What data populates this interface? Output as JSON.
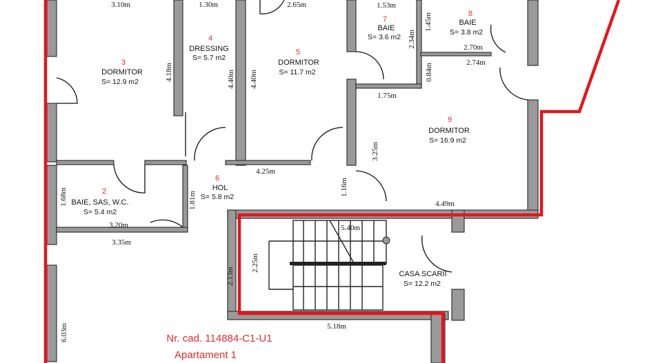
{
  "plan": {
    "cadastral_number": "Nr. cad. 114884-C1-U1",
    "unit_name": "Apartament 1",
    "outline_color": "#e8141b",
    "wall_color": "#9a9a9a",
    "rooms": [
      {
        "number": "2",
        "name": "BAIE, SAS, W.C.",
        "area": "S= 5.4 m2"
      },
      {
        "number": "3",
        "name": "DORMITOR",
        "area": "S= 12.9 m2"
      },
      {
        "number": "4",
        "name": "DRESSING",
        "area": "S= 5.7 m2"
      },
      {
        "number": "5",
        "name": "DORMITOR",
        "area": "S= 11.7 m2"
      },
      {
        "number": "6",
        "name": "HOL",
        "area": "S= 5.8 m2"
      },
      {
        "number": "7",
        "name": "BAIE",
        "area": "S= 3.6 m2"
      },
      {
        "number": "8",
        "name": "BAIE",
        "area": "S= 3.8 m2"
      },
      {
        "number": "9",
        "name": "DORMITOR",
        "area": "S= 16.9 m2"
      },
      {
        "number": "",
        "name": "CASA SCARII",
        "area": "S= 12.2 m2"
      }
    ],
    "dimensions": {
      "d310": "3.10m",
      "d130": "1.30m",
      "d265": "2.65m",
      "d153": "1.53m",
      "d418": "4.18m",
      "d440a": "4.40m",
      "d440b": "4.40m",
      "d145": "1.45m",
      "d234": "2.34m",
      "d270": "2.70m",
      "d274": "2.74m",
      "d084": "0.84m",
      "d175": "1.75m",
      "d325": "3.25m",
      "d425": "4.25m",
      "d116": "1.16m",
      "d449": "4.49m",
      "d168": "1.68m",
      "d181": "1.81m",
      "d320": "3.20m",
      "d335": "3.35m",
      "d540": "5.40m",
      "d213": "2.13m",
      "d225": "2.25m",
      "d518": "5.18m",
      "d603": "6.03m"
    }
  }
}
